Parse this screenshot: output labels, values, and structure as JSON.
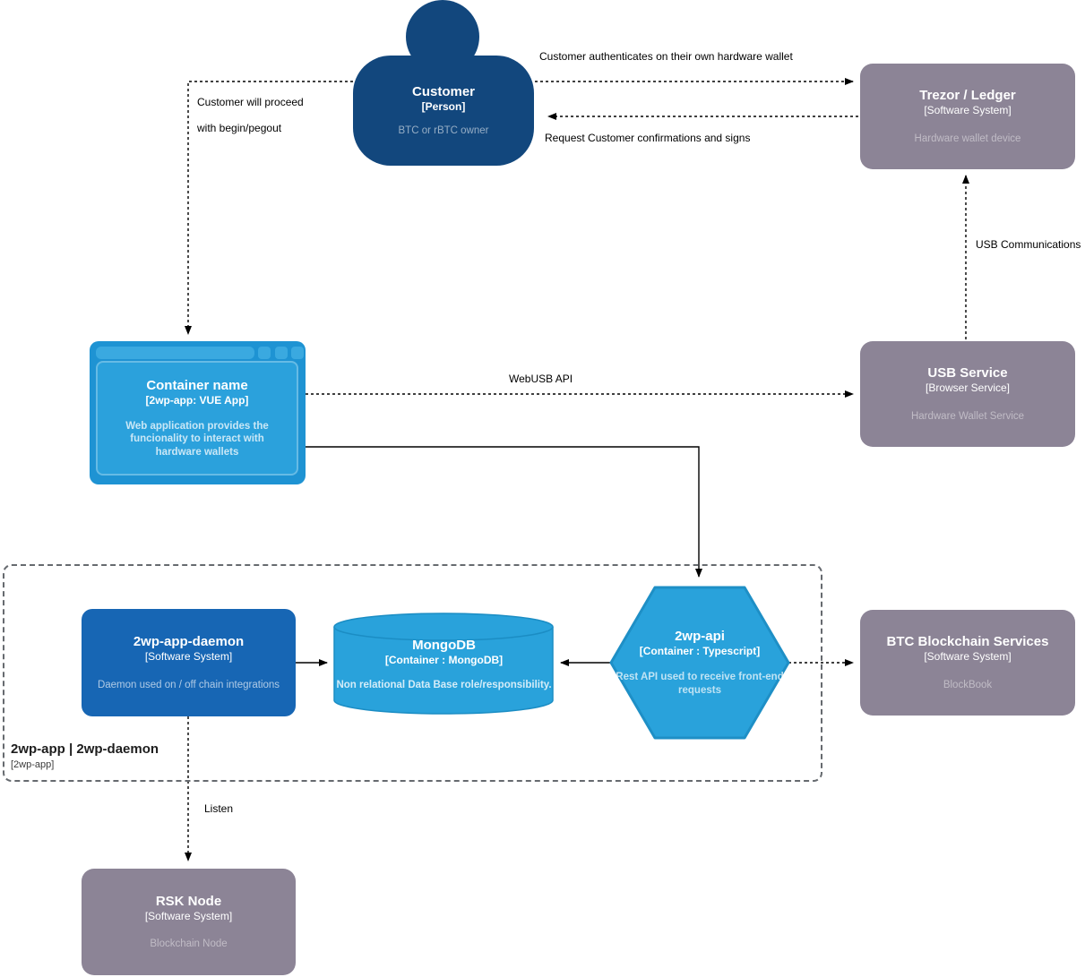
{
  "diagram": {
    "nodes": {
      "customer": {
        "title": "Customer",
        "type": "[Person]",
        "desc": "BTC or rBTC owner"
      },
      "trezor": {
        "title": "Trezor / Ledger",
        "type": "[Software System]",
        "desc": "Hardware wallet device"
      },
      "webapp": {
        "title": "Container name",
        "type": "[2wp-app: VUE App]",
        "desc": "Web application provides the funcionality to interact with hardware wallets"
      },
      "usb_service": {
        "title": "USB Service",
        "type": "[Browser Service]",
        "desc": "Hardware Wallet Service"
      },
      "daemon": {
        "title": "2wp-app-daemon",
        "type": "[Software System]",
        "desc": "Daemon used on / off chain integrations"
      },
      "mongodb": {
        "title": "MongoDB",
        "type": "[Container : MongoDB]",
        "desc": "Non relational Data Base role/responsibility."
      },
      "api": {
        "title": "2wp-api",
        "type": "[Container : Typescript]",
        "desc": "Rest API used to receive front-end requests"
      },
      "btc": {
        "title": "BTC Blockchain Services",
        "type": "[Software System]",
        "desc": "BlockBook"
      },
      "rsk": {
        "title": "RSK Node",
        "type": "[Software System]",
        "desc": "Blockchain Node"
      }
    },
    "boundary": {
      "title": "2wp-app | 2wp-daemon",
      "subtitle": "[2wp-app]"
    },
    "edges": {
      "auth": "Customer authenticates on their own hardware wallet",
      "request": "Request Customer confirmations and signs",
      "proceed_1": "Customer will proceed",
      "proceed_2": "with begin/pegout",
      "webusb": "WebUSB API",
      "usb_comm": "USB Communications",
      "listen": "Listen"
    },
    "colors": {
      "person": "#12477D",
      "software_system_gray": "#8C8496",
      "web_container": "#1E93D3",
      "web_container_inner": "#2BA1DC",
      "daemon_blue": "#1766B4",
      "container_light_blue": "#29A2DB",
      "edge_black": "#000000",
      "boundary_gray": "#666A6F"
    }
  }
}
